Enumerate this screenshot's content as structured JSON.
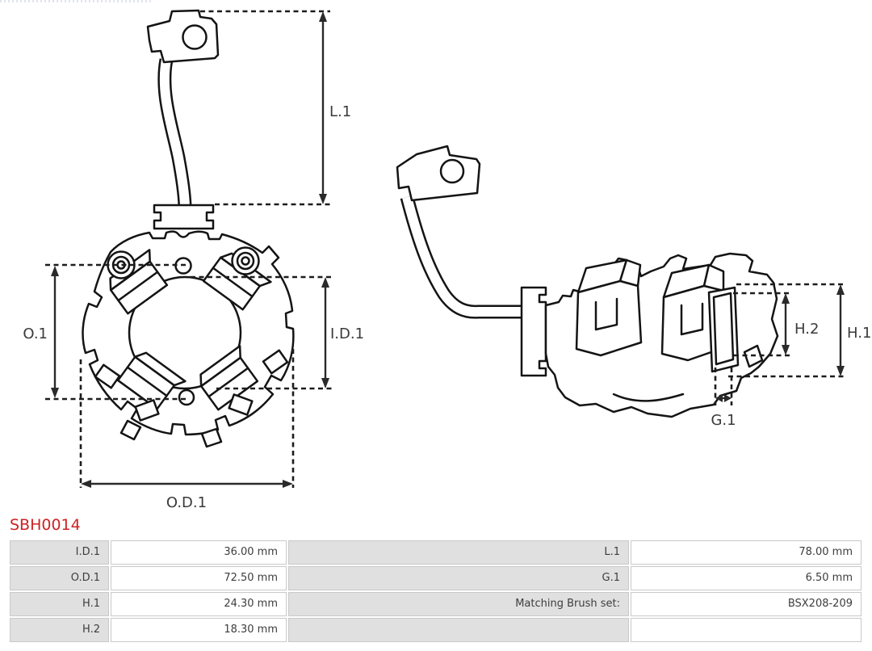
{
  "part": {
    "code": "SBH0014"
  },
  "front_view": {
    "labels": {
      "l1": "L.1",
      "o1": "O.1",
      "id1": "I.D.1",
      "od1": "O.D.1"
    }
  },
  "side_view": {
    "labels": {
      "h1": "H.1",
      "h2": "H.2",
      "g1": "G.1"
    }
  },
  "spec_table": {
    "rows": [
      {
        "label_left": "I.D.1",
        "value_left": "36.00 mm",
        "label_right": "L.1",
        "value_right": "78.00 mm"
      },
      {
        "label_left": "O.D.1",
        "value_left": "72.50 mm",
        "label_right": "G.1",
        "value_right": "6.50 mm"
      },
      {
        "label_left": "H.1",
        "value_left": "24.30 mm",
        "label_right": "Matching Brush set:",
        "value_right": "BSX208-209"
      },
      {
        "label_left": "H.2",
        "value_left": "18.30 mm",
        "label_right": "",
        "value_right": ""
      }
    ]
  },
  "colors": {
    "part_code": "#cc2222",
    "drawing_line": "#141414",
    "table_label_bg": "#e0e0e0",
    "table_value_bg": "#ffffff",
    "table_border": "#c9c9c9",
    "table_text": "#3d3d3d"
  }
}
